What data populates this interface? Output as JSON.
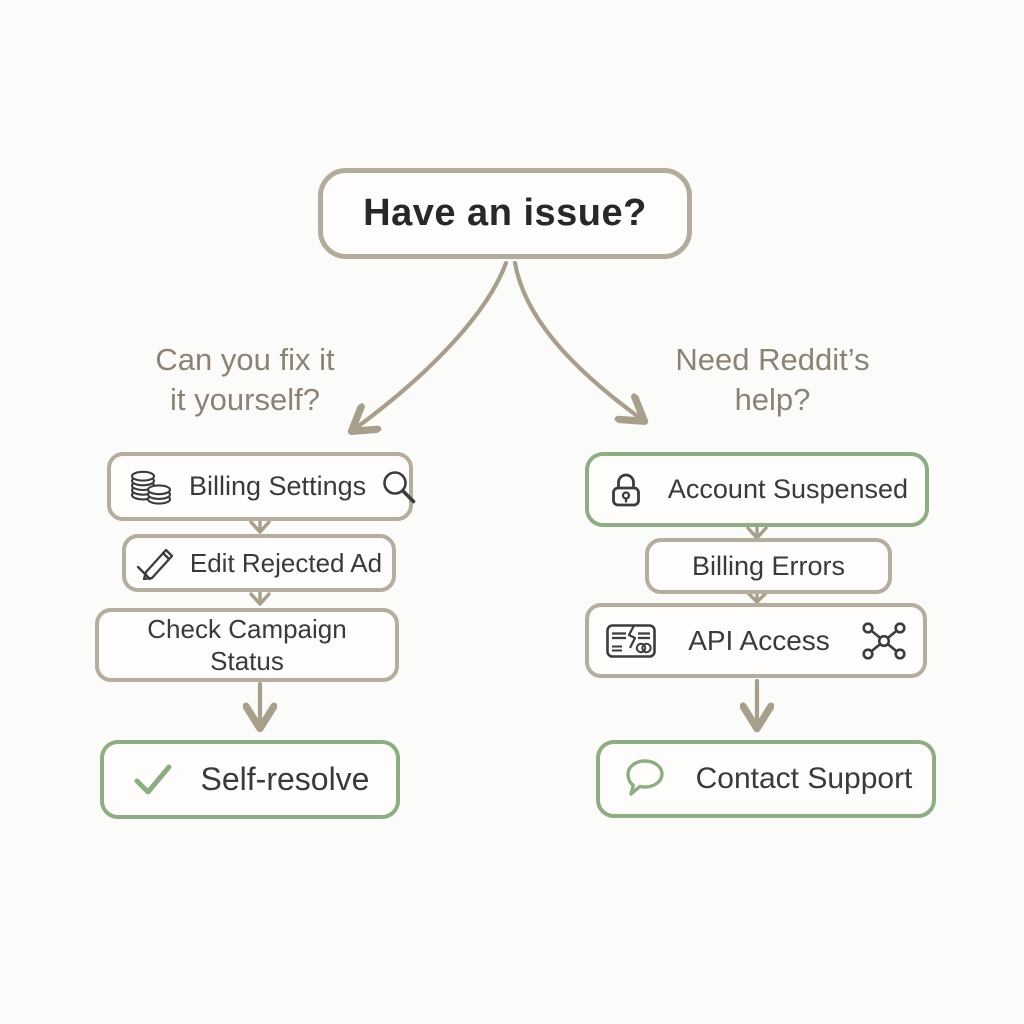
{
  "title": {
    "label": "Have an issue?"
  },
  "branch_left": {
    "question_line1": "Can you fix it",
    "question_line2": "it yourself?"
  },
  "branch_right": {
    "question_line1": "Need Reddit’s",
    "question_line2": "help?"
  },
  "left_column": {
    "nodes": [
      {
        "label": "Billing Settings",
        "icon_left": "coins-icon",
        "icon_right": "magnifier-icon",
        "border": "tan"
      },
      {
        "label": "Edit Rejected Ad",
        "icon_left": "pencil-icon",
        "border": "tan"
      },
      {
        "label_line1": "Check Campaign",
        "label_line2": "Status",
        "border": "tan"
      },
      {
        "label": "Self-resolve",
        "icon_left": "checkmark-icon",
        "border": "green"
      }
    ]
  },
  "right_column": {
    "nodes": [
      {
        "label": "Account Suspensed",
        "icon_left": "lock-icon",
        "border": "green"
      },
      {
        "label": "Billing Errors",
        "border": "tan"
      },
      {
        "label": "API Access",
        "icon_left": "broken-card-icon",
        "icon_right": "network-icon",
        "border": "tan"
      },
      {
        "label": "Contact Support",
        "icon_left": "speech-bubble-icon",
        "border": "green"
      }
    ]
  },
  "colors": {
    "tan_border": "#b5ad9d",
    "green_border": "#8fad85",
    "arrow": "#a89e8c",
    "title_text": "#292826",
    "node_text": "#3a3a3a",
    "question_text": "#8c8375",
    "background": "#fbfbf9"
  }
}
